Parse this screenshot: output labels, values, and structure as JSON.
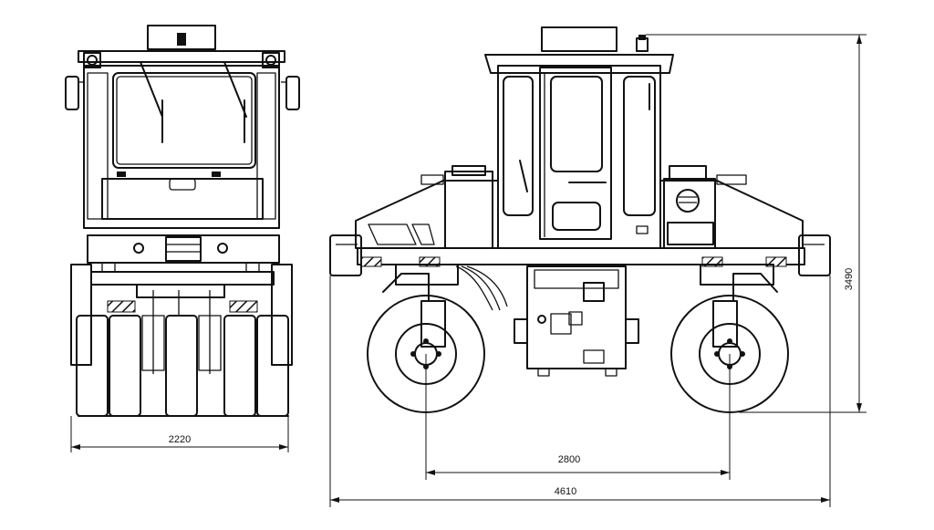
{
  "diagram": {
    "dimensions": {
      "front_width": "2220",
      "wheelbase": "2800",
      "overall_length": "4610",
      "overall_height": "3490"
    }
  }
}
